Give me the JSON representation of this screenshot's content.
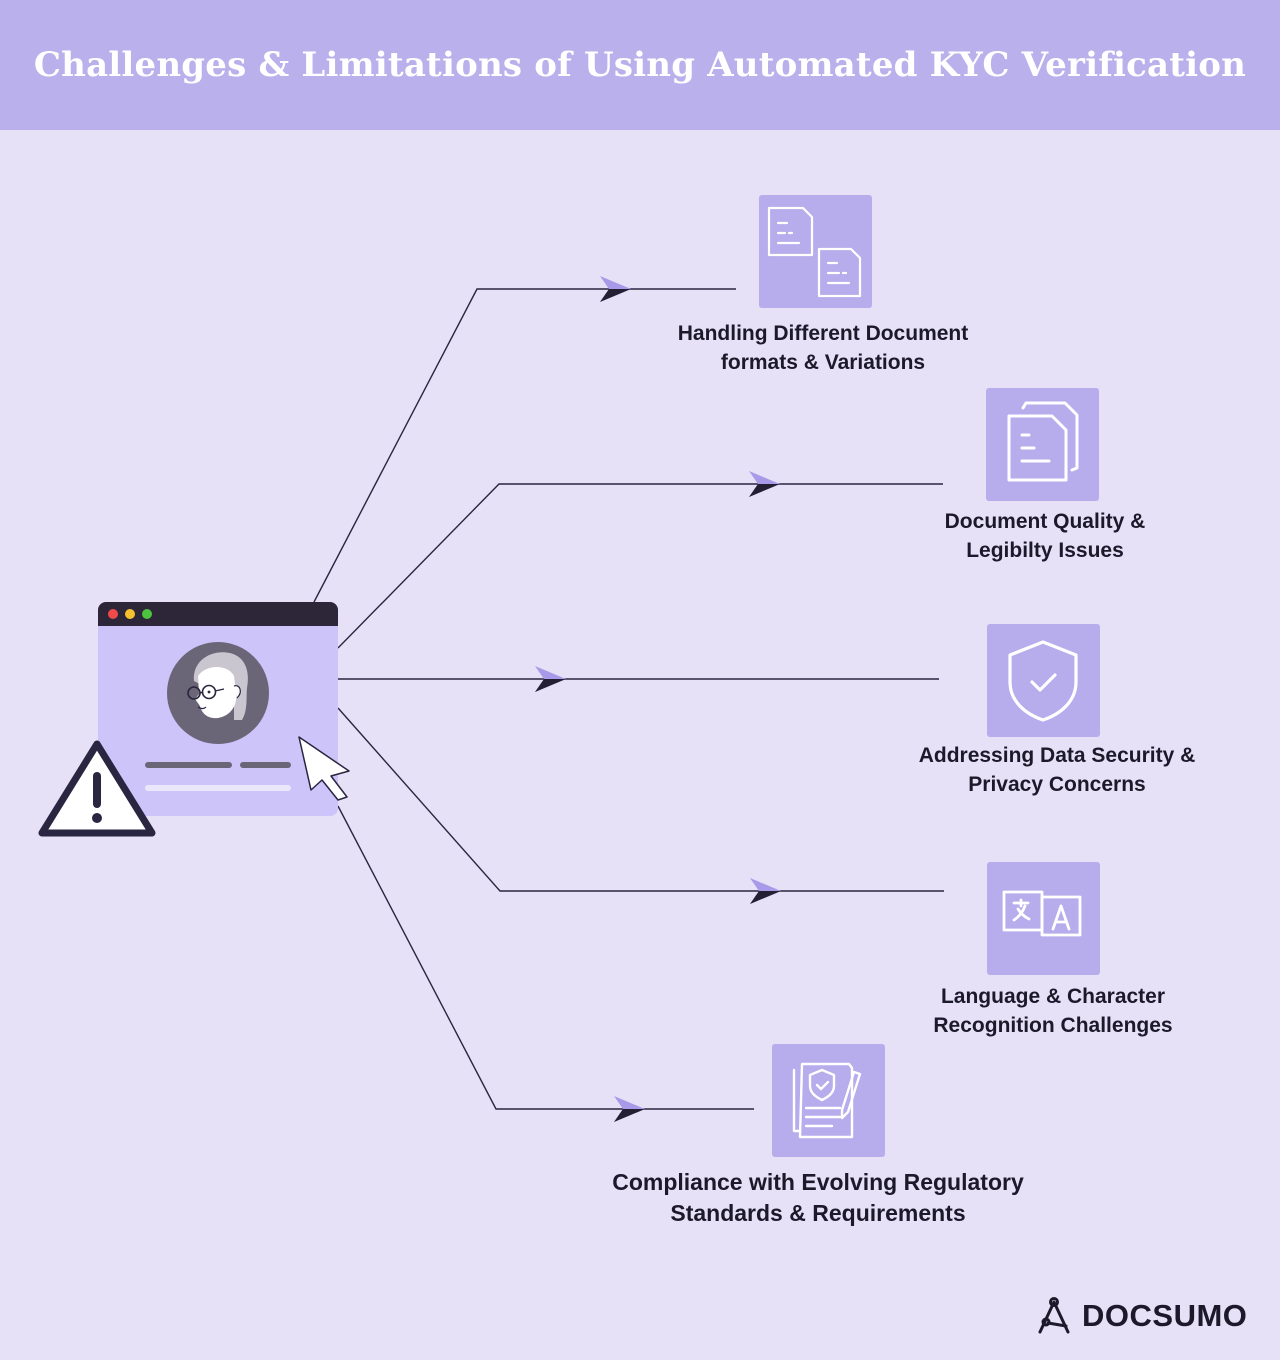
{
  "title": "Challenges & Limitations of Using Automated KYC Verification",
  "challenges": [
    {
      "line1": "Handling Different Document",
      "line2": "formats & Variations",
      "icon": "documents-icon"
    },
    {
      "line1": "Document Quality &",
      "line2": "Legibilty Issues",
      "icon": "document-copy-icon"
    },
    {
      "line1": "Addressing Data Security &",
      "line2": "Privacy Concerns",
      "icon": "shield-check-icon"
    },
    {
      "line1": "Language & Character",
      "line2": "Recognition Challenges",
      "icon": "translate-icon"
    },
    {
      "line1": "Compliance with Evolving Regulatory",
      "line2": "Standards & Requirements",
      "icon": "compliance-document-icon"
    }
  ],
  "brand": {
    "name": "DOCSUMO"
  },
  "colors": {
    "background": "#e6e1f7",
    "header": "#bab0ec",
    "tile": "#b7acec",
    "browser": "#cdc4fa",
    "ink": "#1c1a2a"
  }
}
